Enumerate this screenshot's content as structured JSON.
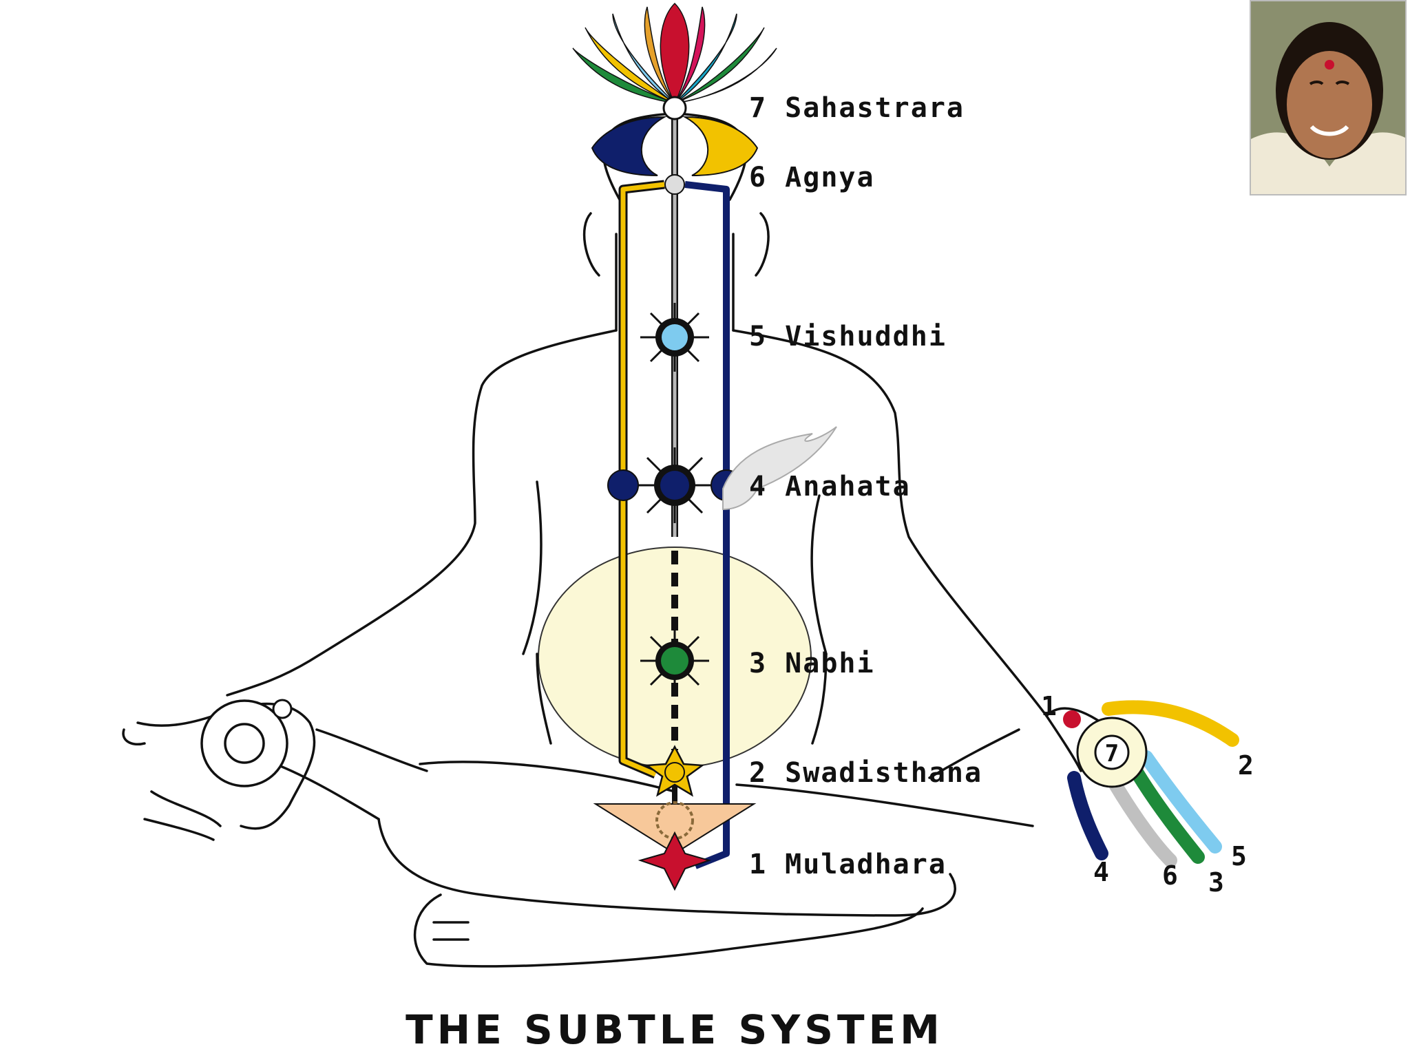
{
  "title": "THE SUBTLE SYSTEM",
  "chakras": [
    {
      "label": "7 Sahastrara"
    },
    {
      "label": "6 Agnya"
    },
    {
      "label": "5 Vishuddhi"
    },
    {
      "label": "4 Anahata"
    },
    {
      "label": "3 Nabhi"
    },
    {
      "label": "2 Swadisthana"
    },
    {
      "label": "1 Muladhara"
    }
  ],
  "finger_numbers": [
    "1",
    "2",
    "5",
    "3",
    "6",
    "4"
  ],
  "palm_center_number": "7",
  "colors": {
    "outline": "#111111",
    "left_channel": "#f2c200",
    "right_channel": "#0f1f6b",
    "central_channel": "#9a9a9a",
    "nabhi_glow": "#fbf8d6",
    "vishuddhi": "#7ecbef",
    "anahata": "#0f1f6b",
    "nabhi": "#1e8a3a",
    "swadisthana": "#f2c200",
    "muladhara": "#c8102e",
    "mooladhar_triangle": "#f7c89a"
  }
}
